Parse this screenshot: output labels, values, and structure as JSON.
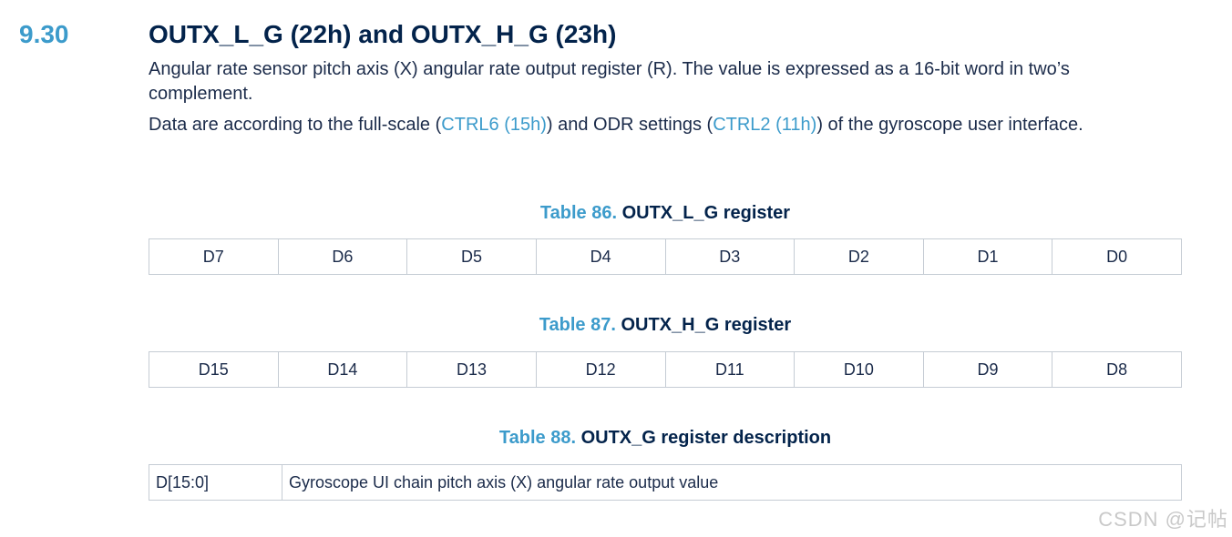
{
  "section": {
    "number": "9.30",
    "title": "OUTX_L_G (22h) and OUTX_H_G (23h)"
  },
  "paragraph1": "Angular rate sensor pitch axis (X) angular rate output register (R). The value is expressed as a 16-bit word in two’s complement.",
  "paragraph2": {
    "t1": "Data are according to the full-scale (",
    "link1": "CTRL6 (15h)",
    "t2": ") and ODR settings (",
    "link2": "CTRL2 (11h)",
    "t3": ") of the gyroscope user interface."
  },
  "table86": {
    "num": "Table 86.",
    "title": "OUTX_L_G register",
    "cells": [
      "D7",
      "D6",
      "D5",
      "D4",
      "D3",
      "D2",
      "D1",
      "D0"
    ]
  },
  "table87": {
    "num": "Table 87.",
    "title": "OUTX_H_G register",
    "cells": [
      "D15",
      "D14",
      "D13",
      "D12",
      "D11",
      "D10",
      "D9",
      "D8"
    ]
  },
  "table88": {
    "num": "Table 88.",
    "title": "OUTX_G register description",
    "field": "D[15:0]",
    "description": "Gyroscope UI chain pitch axis (X) angular rate output value"
  },
  "watermark": "CSDN @记帖",
  "colors": {
    "accent": "#3c9bcb",
    "heading": "#03234b",
    "text": "#1b2b4a",
    "border": "#c5ccd4"
  }
}
